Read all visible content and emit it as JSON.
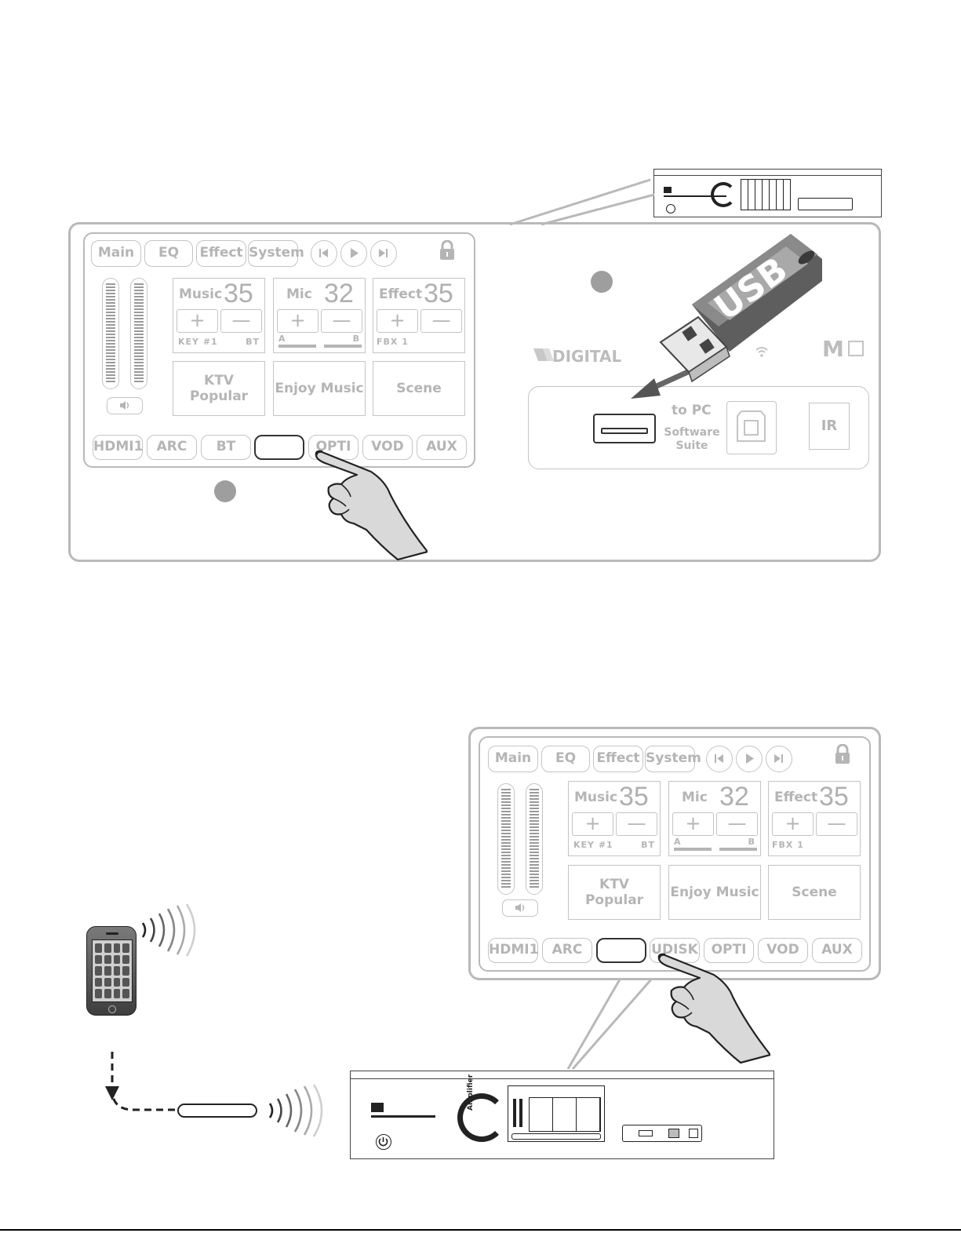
{
  "panel": {
    "tabs": [
      "Main",
      "EQ",
      "Effect",
      "System"
    ],
    "transport_icons": [
      "previous-icon",
      "play-icon",
      "next-icon"
    ],
    "lock_icon": "lock-icon",
    "levels": [
      {
        "name": "Music",
        "value": "35",
        "plus": "+",
        "minus": "—",
        "sub_left": "KEY  #1",
        "sub_right": "BT"
      },
      {
        "name": "Mic",
        "value": "32",
        "plus": "+",
        "minus": "—",
        "sub_left": "A",
        "sub_right": "B"
      },
      {
        "name": "Effect",
        "value": "35",
        "plus": "+",
        "minus": "—",
        "sub_left": "FBX  1",
        "sub_right": ""
      }
    ],
    "scenes": [
      {
        "line1": "KTV",
        "line2": "Popular"
      },
      {
        "line1": "Enjoy Music",
        "line2": ""
      },
      {
        "line1": "Scene",
        "line2": ""
      }
    ],
    "sources_top": [
      "HDMI1",
      "ARC",
      "BT",
      "",
      "OPTI",
      "VOD",
      "AUX"
    ],
    "sources_bottom": [
      "HDMI1",
      "ARC",
      "",
      "UDISK",
      "OPTI",
      "VOD",
      "AUX"
    ]
  },
  "rear": {
    "digital_logo": "DIGITAL",
    "brand_mark": "M",
    "usb_stick_text": "USB",
    "to_pc": "to PC",
    "software_l1": "Software",
    "software_l2": "Suite",
    "ir": "IR"
  },
  "device": {
    "amplifier_text": "Amplifier"
  },
  "colors": {
    "panel_line": "#c4c4c4",
    "panel_text": "#b5b5b5",
    "dark": "#333333",
    "step_dot": "#9e9e9e"
  }
}
